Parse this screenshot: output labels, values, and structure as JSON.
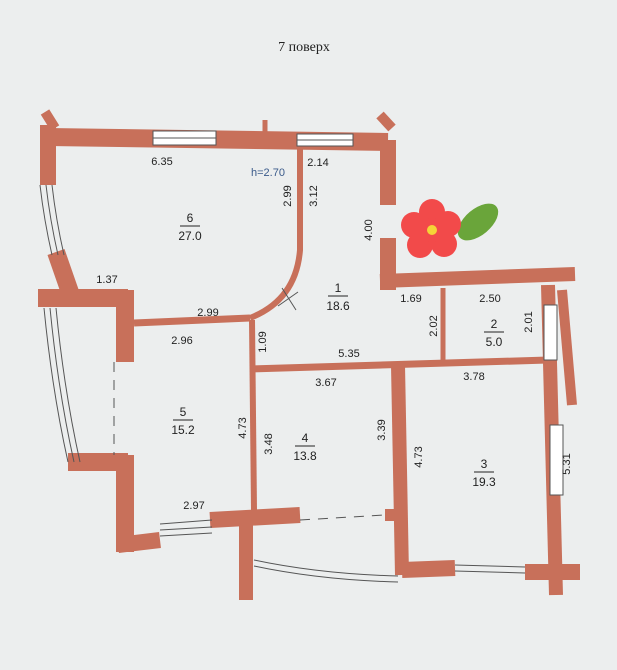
{
  "title": "7 поверх",
  "ceiling_height": "h=2.70",
  "rooms": [
    {
      "number": "1",
      "area": "18.6"
    },
    {
      "number": "2",
      "area": "5.0"
    },
    {
      "number": "3",
      "area": "19.3"
    },
    {
      "number": "4",
      "area": "13.8"
    },
    {
      "number": "5",
      "area": "15.2"
    },
    {
      "number": "6",
      "area": "27.0"
    }
  ],
  "dimensions": {
    "d635": "6.35",
    "d214": "2.14",
    "d299a": "2.99",
    "d312": "3.12",
    "d400": "4.00",
    "d137": "1.37",
    "d299b": "2.99",
    "d169": "1.69",
    "d250": "2.50",
    "d202": "2.02",
    "d201": "2.01",
    "d296": "2.96",
    "d109": "1.09",
    "d535": "5.35",
    "d367": "3.67",
    "d378": "3.78",
    "d473a": "4.73",
    "d348": "3.48",
    "d339": "3.39",
    "d473b": "4.73",
    "d531": "5.31",
    "d297": "2.97"
  },
  "colors": {
    "wall": "#c8705a",
    "flower": "#f24a4a",
    "leaf": "#6aa53a"
  }
}
